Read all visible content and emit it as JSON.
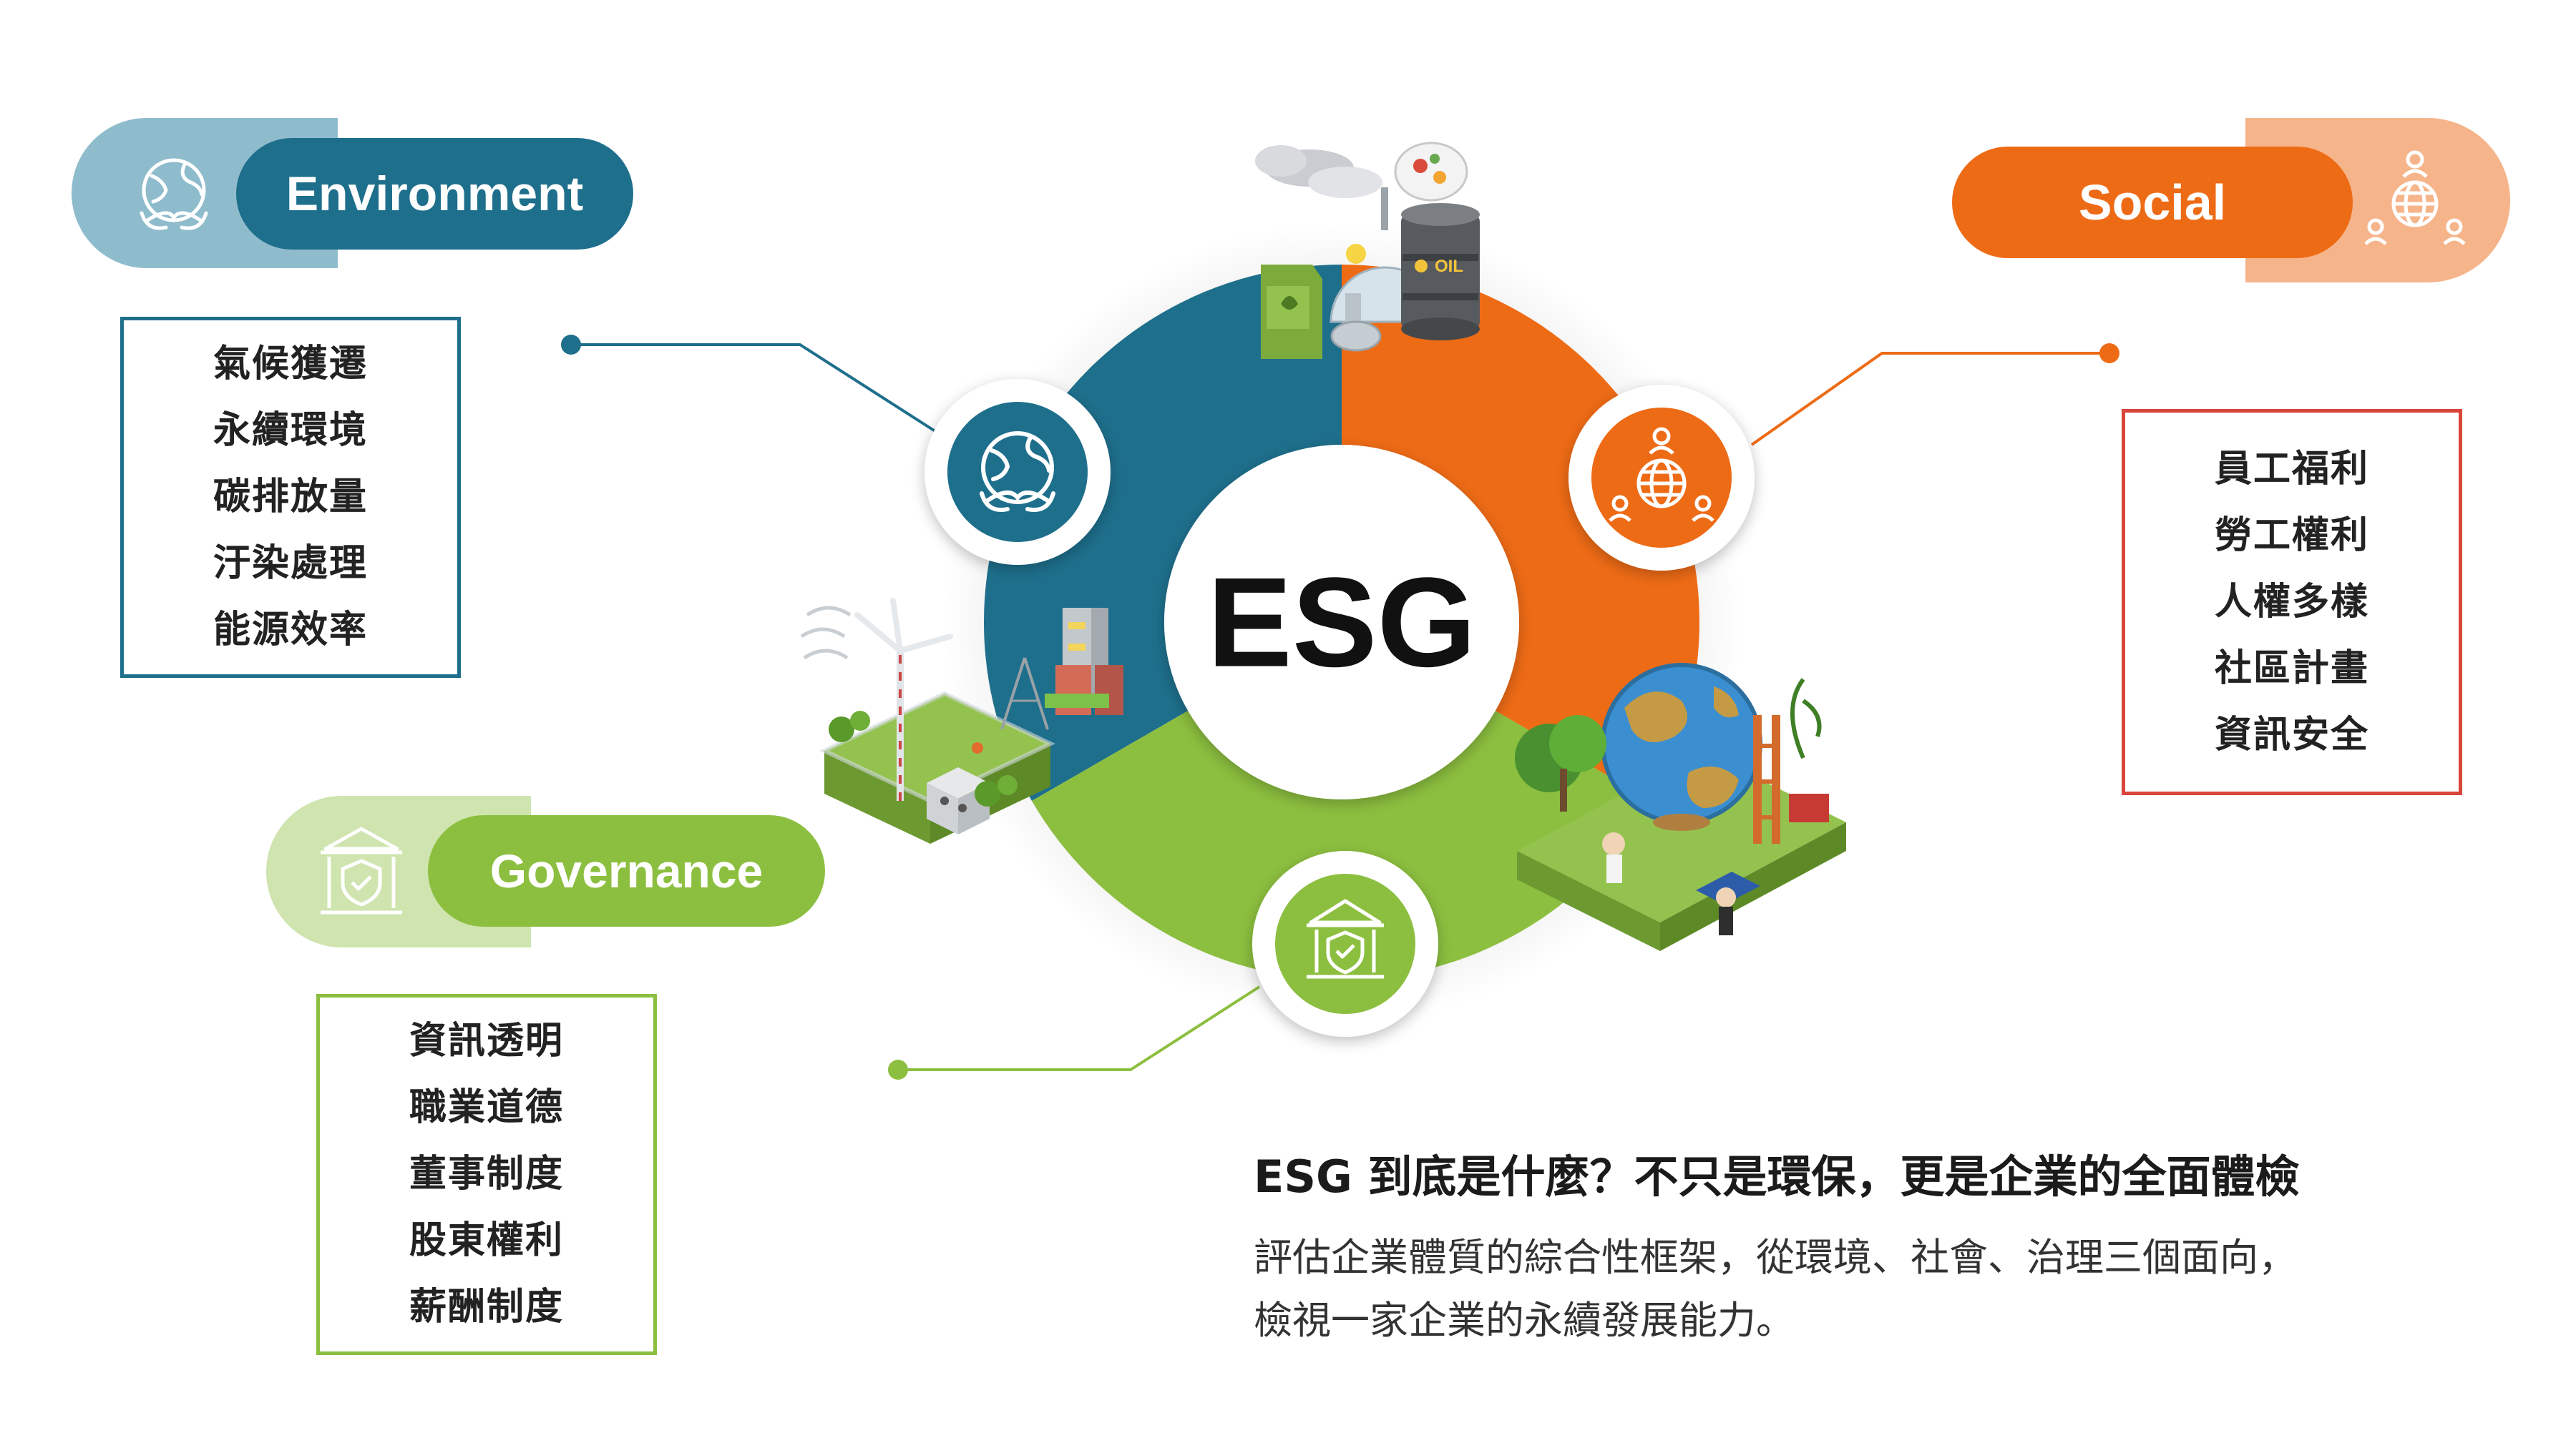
{
  "center": {
    "label": "ESG"
  },
  "pillars": {
    "environment": {
      "label": "Environment",
      "color": "#1e6f8c",
      "light": "#8fbccc",
      "icon": "globe-leaf-icon",
      "items": [
        "氣候獲遷",
        "永續環境",
        "碳排放量",
        "汙染處理",
        "能源效率"
      ]
    },
    "social": {
      "label": "Social",
      "color": "#ee6b16",
      "light": "#f6b48a",
      "icon": "people-globe-icon",
      "items": [
        "員工福利",
        "勞工權利",
        "人權多樣",
        "社區計畫",
        "資訊安全"
      ]
    },
    "governance": {
      "label": "Governance",
      "color": "#8cbf3f",
      "light": "#cfe4ae",
      "icon": "shield-building-icon",
      "items": [
        "資訊透明",
        "職業道德",
        "董事制度",
        "股東權利",
        "薪酬制度"
      ]
    }
  },
  "footer": {
    "title": "ESG 到底是什麼？不只是環保，更是企業的全面體檢",
    "body_line1": "評估企業體質的綜合性框架，從環境、社會、治理三個面向，",
    "body_line2": "檢視一家企業的永續發展能力。"
  },
  "illustrations": {
    "oil_barrel_label": "OIL"
  }
}
